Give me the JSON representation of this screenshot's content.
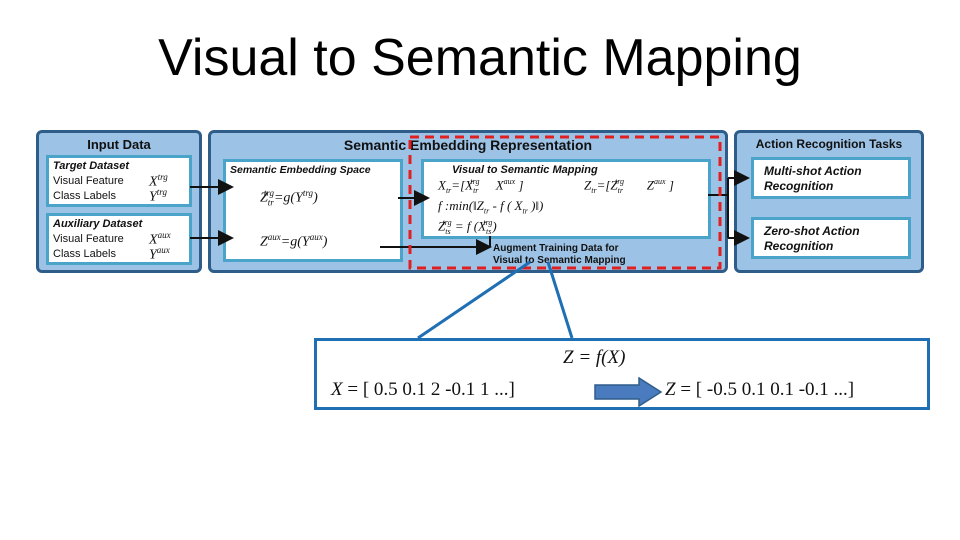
{
  "title": "Visual to Semantic Mapping",
  "diagram": {
    "input": {
      "header": "Input Data",
      "target": {
        "title": "Target Dataset",
        "row1": "Visual Feature",
        "row1_sym": "X",
        "row1_sup": "trg",
        "row2": "Class Labels",
        "row2_sym": "Y",
        "row2_sup": "trg"
      },
      "aux": {
        "title": "Auxiliary Dataset",
        "row1": "Visual Feature",
        "row1_sym": "X",
        "row1_sup": "aux",
        "row2": "Class Labels",
        "row2_sym": "Y",
        "row2_sup": "aux"
      }
    },
    "semantic": {
      "header": "Semantic Embedding Representation",
      "space_title": "Semantic Embedding Space",
      "eq1": "Z_tr^trg = g(Y^trg)",
      "eq2": "Z^aux = g(Y^aux)",
      "mapping_title": "Visual to Semantic Mapping",
      "map_eq1": "X_tr = [X_tr^trg   X^aux ]",
      "map_eq2": "Z_tr = [Z_tr^trg   Z^aux ]",
      "map_eq3": "f : min(‖Z_tr − f(X_tr)‖)",
      "map_eq4": "Z_ts^trg = f(X_ts^trg)",
      "augment_line1": "Augment Training Data for",
      "augment_line2": "Visual to Semantic Mapping"
    },
    "tasks": {
      "header": "Action Recognition Tasks",
      "task1_line1": "Multi-shot Action",
      "task1_line2": "Recognition",
      "task2_line1": "Zero-shot Action",
      "task2_line2": "Recognition"
    },
    "colors": {
      "panel": "#9cc2e5",
      "panel_border": "#2f5d8a",
      "inner_border": "#4aa3c8",
      "highlight": "#e02020",
      "callout": "#1f6fb5",
      "arrow_fill": "#4a7bbf"
    }
  },
  "zoom": {
    "eq_top": "Z = f(X)",
    "x_vec_lhs": "X",
    "x_vec": "= [ 0.5  0.1 2  -0.1 1  ...]",
    "z_vec_lhs": "Z",
    "z_vec": "= [ -0.5  0.1  0.1  -0.1  ...]"
  }
}
